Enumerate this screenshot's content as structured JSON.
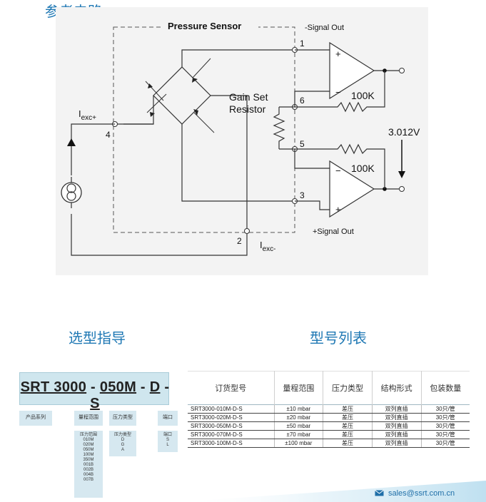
{
  "sections": {
    "reference_circuit": "参考电路",
    "selection_guide": "选型指导",
    "model_list": "型号列表"
  },
  "circuit": {
    "title": "Pressure Sensor",
    "signal_out_neg": "-Signal Out",
    "signal_out_pos": "+Signal Out",
    "gain_set": "Gain Set",
    "resistor": "Resistor",
    "resistor_top": "100K",
    "resistor_bottom": "100K",
    "output_voltage": "3.012V",
    "iexc_plus_main": "I",
    "iexc_plus_sub": "exc+",
    "iexc_minus_main": "I",
    "iexc_minus_sub": "exc-",
    "pins": {
      "p1": "1",
      "p2": "2",
      "p3": "3",
      "p4": "4",
      "p5": "5",
      "p6": "6"
    },
    "opamp_top_plus": "+",
    "opamp_top_minus": "−",
    "opamp_bottom_minus": "−",
    "opamp_bottom_plus": "+"
  },
  "model_code": {
    "prefix": "SRT 3000",
    "sep1": "-",
    "range": "050M",
    "sep2": "-",
    "pressure": "D",
    "sep3": "-",
    "port": "S"
  },
  "code_labels": {
    "series": "产品系列",
    "range": "量程范围",
    "pressure_type": "压力类型",
    "port": "端口"
  },
  "code_options": {
    "range": [
      "压力范围",
      "010M",
      "020M",
      "050M",
      "100M",
      "350M",
      "001B",
      "002B",
      "004B",
      "007B"
    ],
    "pressure": [
      "压力类型",
      "D",
      "G",
      "A"
    ],
    "port": [
      "端口",
      "S",
      "L"
    ]
  },
  "table": {
    "headers": [
      "订货型号",
      "量程范围",
      "压力类型",
      "结构形式",
      "包装数量"
    ],
    "rows": [
      [
        "SRT3000-010M-D-S",
        "±10 mbar",
        "差压",
        "双列直插",
        "30只/管"
      ],
      [
        "SRT3000-020M-D-S",
        "±20 mbar",
        "差压",
        "双列直插",
        "30只/管"
      ],
      [
        "SRT3000-050M-D-S",
        "±50 mbar",
        "差压",
        "双列直插",
        "30只/管"
      ],
      [
        "SRT3000-070M-D-S",
        "±70 mbar",
        "差压",
        "双列直插",
        "30只/管"
      ],
      [
        "SRT3000-100M-D-S",
        "±100 mbar",
        "差压",
        "双列直插",
        "30只/管"
      ]
    ]
  },
  "footer": {
    "email": "sales@ssrt.com.cn",
    "accent": "#1f78b4"
  }
}
